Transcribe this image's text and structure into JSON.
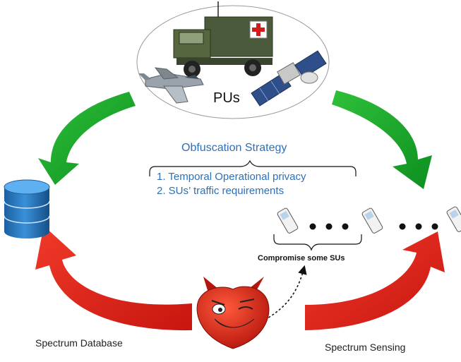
{
  "diagram": {
    "pus_label": "PUs",
    "strategy": {
      "title": "Obfuscation Strategy",
      "items": [
        "1. Temporal Operational privacy",
        "2. SUs’ traffic requirements"
      ]
    },
    "compromise_label": "Compromise some SUs",
    "spectrum_database_label": "Spectrum Database",
    "spectrum_sensing_label": "Spectrum Sensing",
    "colors": {
      "accent_text": "#2f6fb5",
      "green_arrow": "#1aa62a",
      "red_arrow": "#e8231f",
      "database": "#1f6fb0",
      "devil": "#d9261c"
    },
    "icons": [
      "military-ambulance-icon",
      "fighter-jet-icon",
      "satellite-icon",
      "database-icon",
      "mobile-device-icon",
      "devil-attacker-icon"
    ]
  }
}
